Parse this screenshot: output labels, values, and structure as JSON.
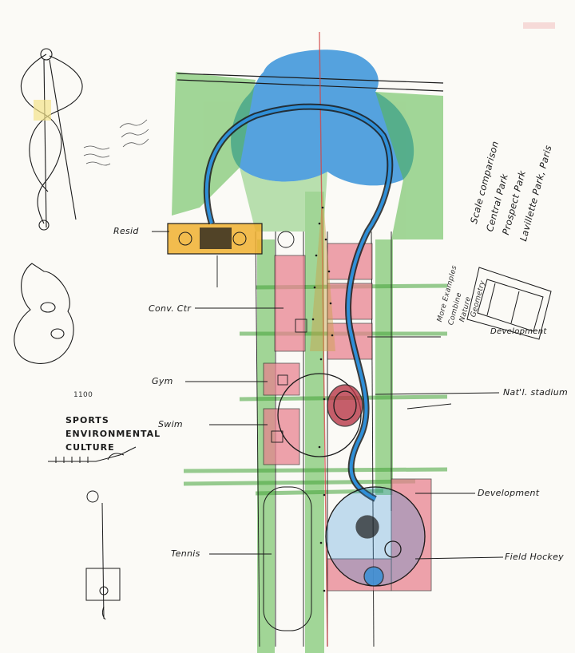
{
  "program_labels": {
    "resid": "Resid",
    "conv_ctr": "Conv. Ctr",
    "gym": "Gym",
    "swim": "Swim",
    "tennis": "Tennis",
    "natl_stadium": "Nat'l. stadium",
    "development": "Development",
    "field_hockey": "Field Hockey"
  },
  "concept_words": [
    "SPORTS",
    "ENVIRONMENTAL",
    "CULTURE"
  ],
  "small_note": "1100",
  "scale_notes": [
    "Scale comparison",
    "Central Park",
    "Prospect Park",
    "Lavillette Park, Paris"
  ],
  "more_examples": [
    "More Examples",
    "Combine",
    "Nature",
    "Geometry"
  ],
  "development_sketch_label": "Development",
  "colors": {
    "water": "#2f8fd8",
    "vegetation": "#58b848",
    "residential": "#f0b030",
    "buildings": "#e8808e",
    "ink": "#1b1b1b"
  }
}
